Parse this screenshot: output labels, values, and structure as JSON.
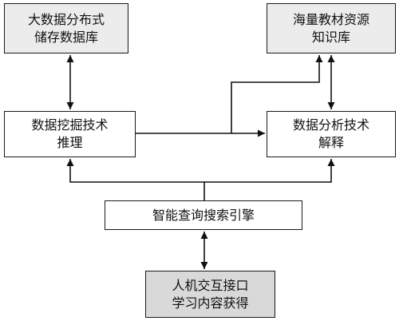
{
  "diagram": {
    "nodes": {
      "storage": {
        "lines": [
          "大数据分布式",
          "储存数据库"
        ],
        "fill": "#ececec"
      },
      "resource": {
        "lines": [
          "海量教材资源",
          "知识库"
        ],
        "fill": "#ececec"
      },
      "mining": {
        "lines": [
          "数据挖掘技术",
          "推理"
        ],
        "fill": "#ffffff"
      },
      "analysis": {
        "lines": [
          "数据分析技术",
          "解释"
        ],
        "fill": "#ffffff"
      },
      "search": {
        "lines": [
          "智能查询搜索引擎"
        ],
        "fill": "#ffffff"
      },
      "hci": {
        "lines": [
          "人机交互接口",
          "学习内容获得"
        ],
        "fill": "#d9d9d9"
      }
    },
    "edges": [
      {
        "from": "storage",
        "to": "mining",
        "direction": "both"
      },
      {
        "from": "resource",
        "to": "analysis",
        "direction": "both"
      },
      {
        "from": "mining",
        "to": "analysis",
        "direction": "forward"
      },
      {
        "from": "mining",
        "to": "resource",
        "direction": "forward"
      },
      {
        "from": "search",
        "to": "mining",
        "direction": "forward"
      },
      {
        "from": "search",
        "to": "analysis",
        "direction": "forward"
      },
      {
        "from": "search",
        "to": "hci",
        "direction": "both"
      }
    ]
  }
}
